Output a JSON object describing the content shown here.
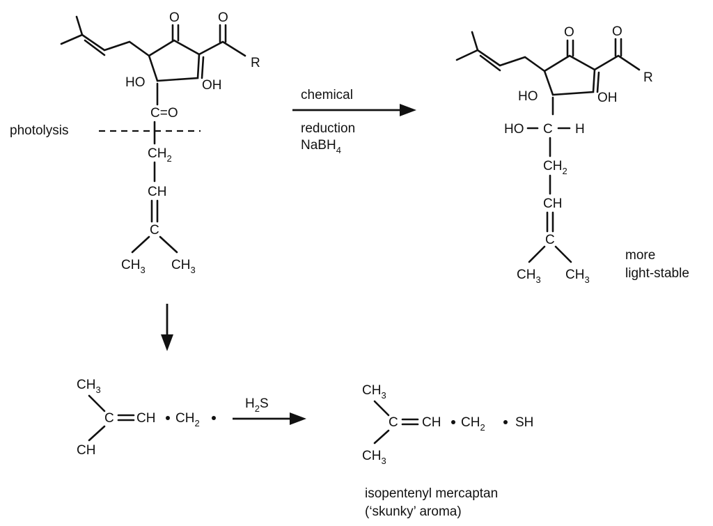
{
  "reaction_labels": {
    "photolysis": "photolysis",
    "chemical": "chemical",
    "reduction": "reduction",
    "reagent": "NaBH",
    "reagent_sub": "4",
    "h2s": "H",
    "h2s_sub": "2",
    "h2s_tail": "S"
  },
  "left_molecule": {
    "keto_o": "O",
    "acyl_o": "O",
    "r": "R",
    "ho": "HO",
    "oh": "OH",
    "carbonyl": "C=O",
    "ch2": "CH",
    "ch2_sub": "2",
    "ch": "CH",
    "c": "C",
    "ch3": "CH",
    "ch3_sub": "3"
  },
  "right_molecule": {
    "keto_o": "O",
    "acyl_o": "O",
    "r": "R",
    "ho": "HO",
    "oh": "OH",
    "carbinol": "HO",
    "carbinol_c": "C",
    "carbinol_h": "H",
    "ch2": "CH",
    "ch2_sub": "2",
    "ch": "CH",
    "c": "C",
    "ch3": "CH",
    "ch3_sub": "3",
    "note_line1": "more",
    "note_line2": "light-stable"
  },
  "radical": {
    "ch3": "CH",
    "ch3_sub": "3",
    "ch": "CH",
    "chain": "C",
    "chain_eq": "CH",
    "ch2": "CH",
    "ch2_sub": "2"
  },
  "product": {
    "ch3": "CH",
    "ch3_sub": "3",
    "c": "C",
    "ch": "CH",
    "ch2": "CH",
    "ch2_sub": "2",
    "sh": "SH",
    "name_line1": "isopentenyl mercaptan",
    "name_line2": "(‘skunky’ aroma)"
  }
}
